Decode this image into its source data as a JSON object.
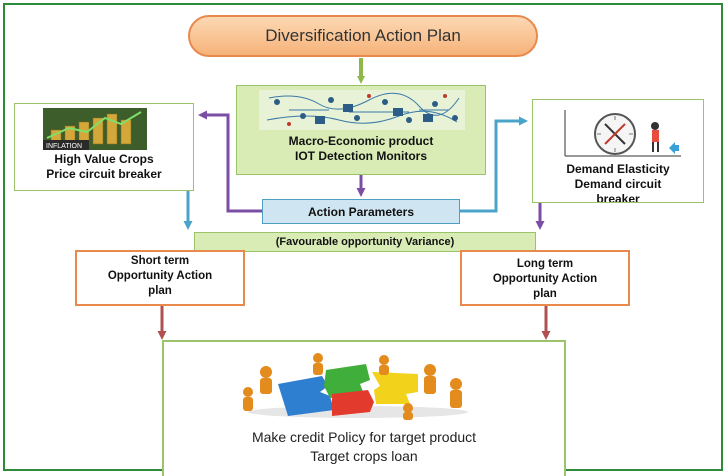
{
  "title": "Diversification Action Plan",
  "macro_box": {
    "line1": "Macro-Economic product",
    "line2": "IOT Detection Monitors"
  },
  "high_value_box": {
    "line1": "High Value Crops",
    "line2": "Price circuit breaker",
    "image_caption": "INFLATION"
  },
  "demand_box": {
    "line1": "Demand Elasticity",
    "line2": "Demand circuit",
    "line3": "breaker"
  },
  "action_parameters": "Action Parameters",
  "opportunity_variance": "(Favourable opportunity Variance)",
  "short_term": {
    "line1": "Short term",
    "line2": "Opportunity Action",
    "line3": "plan"
  },
  "long_term": {
    "line1": "Long term",
    "line2": "Opportunity Action",
    "line3": "plan"
  },
  "outcome": {
    "line1": "Make credit Policy for target product",
    "line2": "Target crops loan"
  },
  "colors": {
    "frame": "#2e8b3a",
    "pill_fill": "#f6b27a",
    "green_fill": "#d9ecb6",
    "blue_fill": "#cfe6f2",
    "orange_border": "#e8894d",
    "purple_arrow": "#7b4ea3",
    "blue_arrow": "#4aa3c8",
    "green_arrow": "#8fb84a",
    "red_arrow": "#b05050"
  }
}
